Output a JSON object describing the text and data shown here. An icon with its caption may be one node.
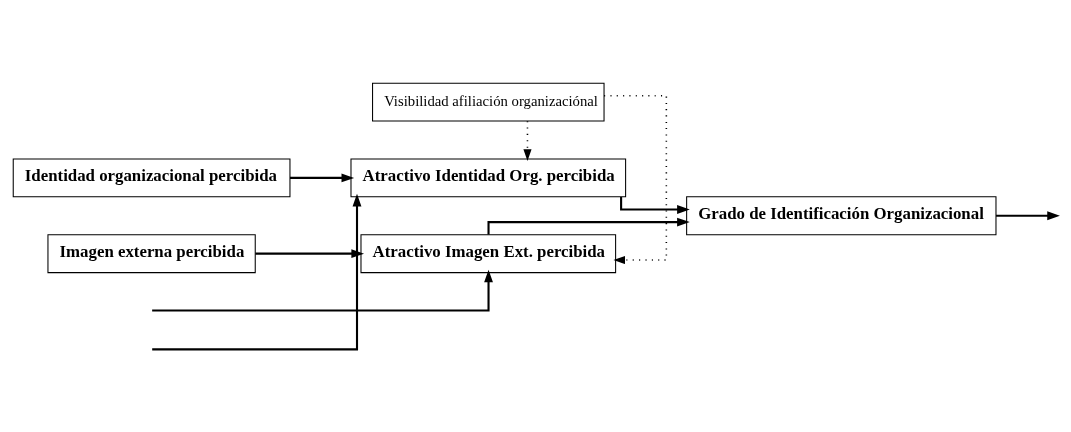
{
  "diagram": {
    "nodes": [
      {
        "text": [
          "Identidad organizacional percibida"
        ]
      },
      {
        "text": [
          "Atractivo Identidad Org. percibida"
        ]
      },
      {
        "text": [
          "Visibilidad afiliación organizaciónal"
        ]
      },
      {
        "text": [
          "Grado de Identificación Organizacional"
        ]
      },
      {
        "text": [
          "Imagen externa percibida"
        ]
      },
      {
        "text": [
          "Atractivo Imagen Ext. percibida"
        ]
      }
    ],
    "edges": [
      {
        "from": 0,
        "to": 1,
        "arrow": "to"
      },
      {
        "from": 4,
        "to": 5,
        "arrow": "to"
      },
      {
        "from": 1,
        "to": 3,
        "arrow": "to"
      },
      {
        "from": 5,
        "to": 3,
        "arrow": "to"
      },
      {
        "from": 2,
        "to": 1,
        "arrow": "to",
        "style": "dashed"
      },
      {
        "from": 2,
        "to": 5,
        "arrow": "to",
        "style": "dashed"
      },
      {
        "from": 3,
        "to": null,
        "arrow": "to"
      },
      {
        "from": null,
        "to": 1,
        "arrow": "to"
      },
      {
        "from": null,
        "to": 5,
        "arrow": "to"
      }
    ]
  }
}
